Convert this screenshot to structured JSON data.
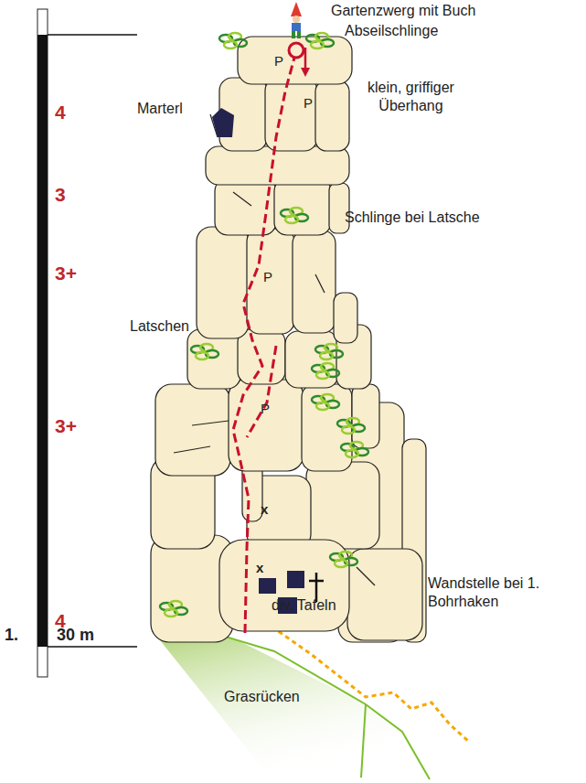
{
  "diagram": {
    "labels": [
      "Gartenzwerg mit Buch",
      "Abseilschlinge",
      "4",
      "P",
      "klein, griffiger Überhang",
      "Marterl",
      "P",
      "3",
      "Schlinge bei Latsche",
      "3+",
      "P",
      "Latschen",
      "3+",
      "P",
      "x",
      "x",
      "Wandstelle bei 1. Bohrhaken",
      "div. Tafeln",
      "4",
      "1.",
      "30 m",
      "Grasrücken"
    ]
  }
}
